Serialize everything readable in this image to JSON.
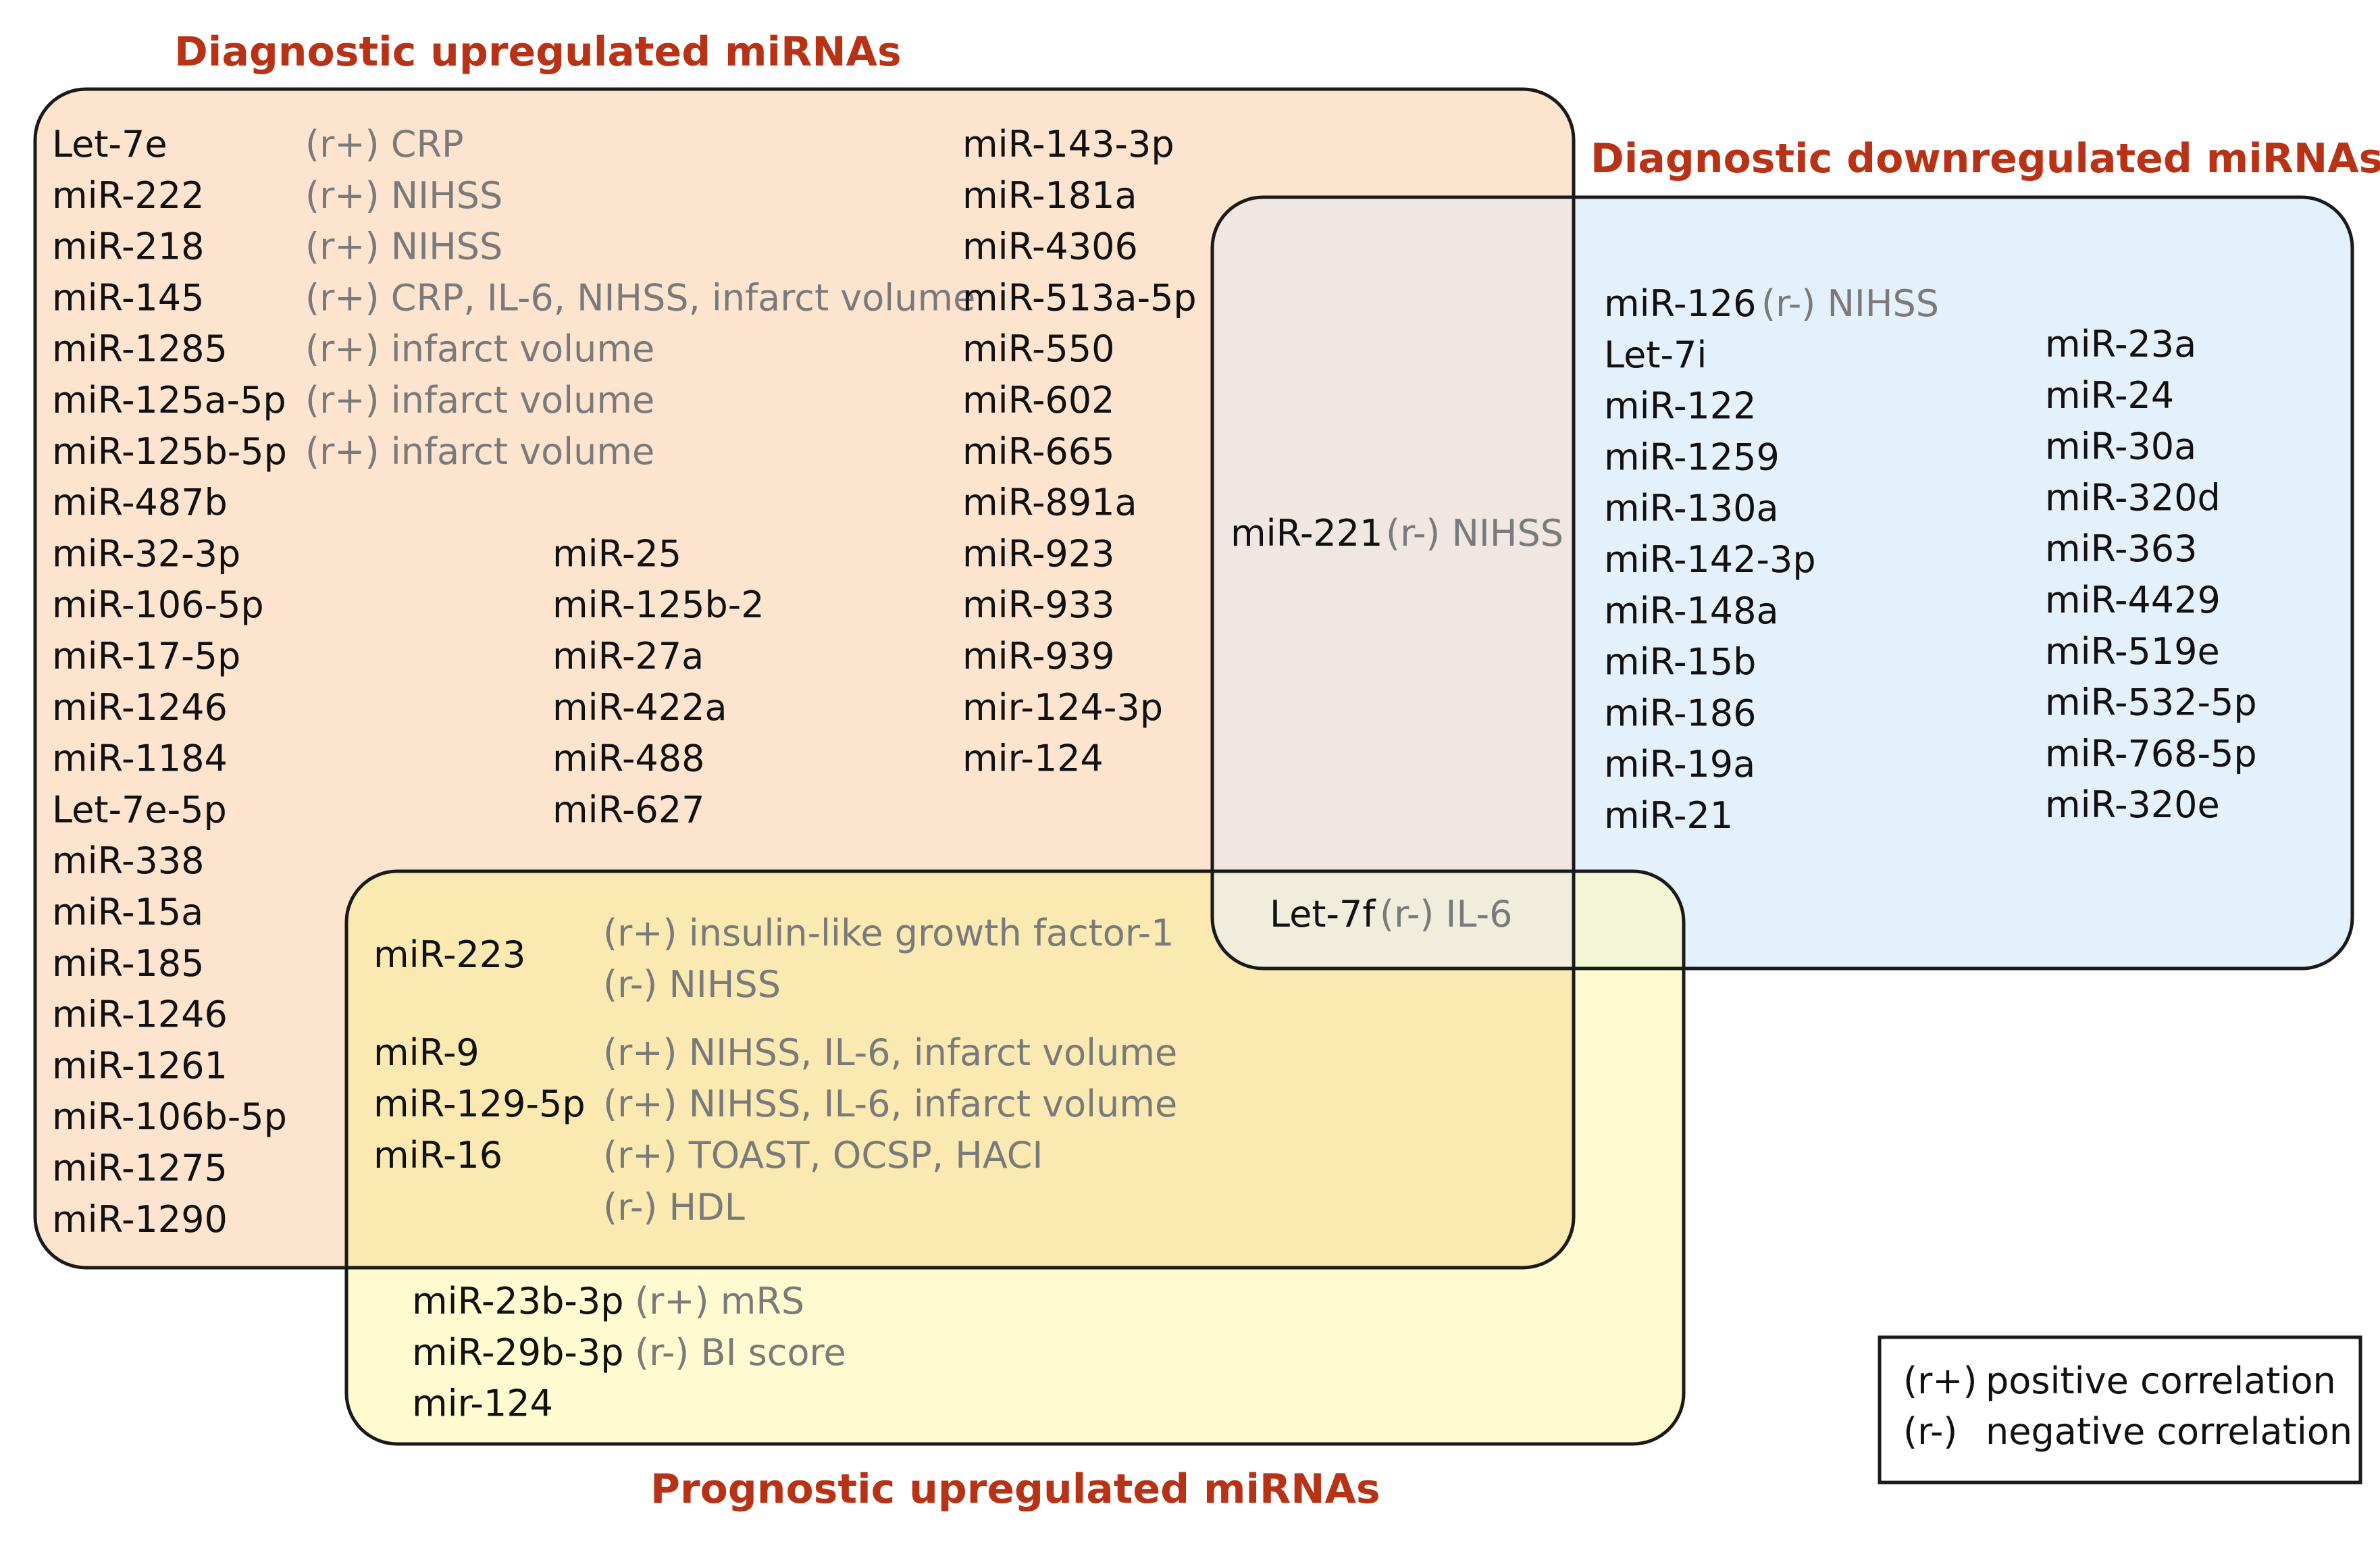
{
  "colors": {
    "title": "#b83216",
    "mirna_text": "#111111",
    "correlation_text": "#7a7a7a",
    "diag_up_fill": "#fde4cf",
    "diag_down_fill": "#e4f1fb",
    "prog_up_fill": "#fefbd0",
    "overlap_up_prog_fill": "#fae9b0",
    "overlap_up_down_fill": "#f0e7e2",
    "overlap_down_prog_fill": "#f3f6d6",
    "border": "#1a1a1a"
  },
  "titles": {
    "diagnostic_up": "Diagnostic upregulated miRNAs",
    "diagnostic_down": "Diagnostic downregulated miRNAs",
    "prognostic_up": "Prognostic upregulated miRNAs"
  },
  "diagnostic_up": {
    "col1": [
      {
        "name": "Let-7e",
        "corr": "(r+) CRP"
      },
      {
        "name": "miR-222",
        "corr": "(r+) NIHSS"
      },
      {
        "name": "miR-218",
        "corr": "(r+) NIHSS"
      },
      {
        "name": "miR-145",
        "corr": "(r+) CRP, IL-6, NIHSS, infarct volume"
      },
      {
        "name": "miR-1285",
        "corr": "(r+) infarct volume"
      },
      {
        "name": "miR-125a-5p",
        "corr": "(r+) infarct volume"
      },
      {
        "name": "miR-125b-5p",
        "corr": "(r+) infarct volume"
      },
      {
        "name": "miR-487b",
        "corr": ""
      },
      {
        "name": "miR-32-3p",
        "corr": ""
      },
      {
        "name": "miR-106-5p",
        "corr": ""
      },
      {
        "name": "miR-17-5p",
        "corr": ""
      },
      {
        "name": "miR-1246",
        "corr": ""
      },
      {
        "name": "miR-1184",
        "corr": ""
      },
      {
        "name": "Let-7e-5p",
        "corr": ""
      },
      {
        "name": "miR-338",
        "corr": ""
      },
      {
        "name": "miR-15a",
        "corr": ""
      },
      {
        "name": "miR-185",
        "corr": ""
      },
      {
        "name": "miR-1246",
        "corr": ""
      },
      {
        "name": "miR-1261",
        "corr": ""
      },
      {
        "name": "miR-106b-5p",
        "corr": ""
      },
      {
        "name": "miR-1275",
        "corr": ""
      },
      {
        "name": "miR-1290",
        "corr": ""
      }
    ],
    "col2": [
      "miR-25",
      "miR-125b-2",
      "miR-27a",
      "miR-422a",
      "miR-488",
      "miR-627"
    ],
    "col3": [
      "miR-143-3p",
      "miR-181a",
      "miR-4306",
      "miR-513a-5p",
      "miR-550",
      "miR-602",
      "miR-665",
      "miR-891a",
      "miR-923",
      "miR-933",
      "miR-939",
      "mir-124-3p",
      "mir-124"
    ]
  },
  "overlap_up_down": {
    "name": "miR-221",
    "corr": "(r-) NIHSS"
  },
  "overlap_down_prog": {
    "name": "Let-7f",
    "corr": "(r-) IL-6"
  },
  "diagnostic_down": {
    "col1": [
      {
        "name": "miR-126",
        "corr": "(r-) NIHSS"
      },
      {
        "name": "Let-7i",
        "corr": ""
      },
      {
        "name": "miR-122",
        "corr": ""
      },
      {
        "name": "miR-1259",
        "corr": ""
      },
      {
        "name": "miR-130a",
        "corr": ""
      },
      {
        "name": "miR-142-3p",
        "corr": ""
      },
      {
        "name": "miR-148a",
        "corr": ""
      },
      {
        "name": "miR-15b",
        "corr": ""
      },
      {
        "name": "miR-186",
        "corr": ""
      },
      {
        "name": "miR-19a",
        "corr": ""
      },
      {
        "name": "miR-21",
        "corr": ""
      }
    ],
    "col2": [
      "miR-23a",
      "miR-24",
      "miR-30a",
      "miR-320d",
      "miR-363",
      "miR-4429",
      "miR-519e",
      "miR-532-5p",
      "miR-768-5p",
      "miR-320e"
    ]
  },
  "overlap_up_prog": {
    "rows": [
      {
        "name": "miR-223",
        "corr": "(r+) insulin-like growth factor-1"
      },
      {
        "name": "",
        "corr": "(r-) NIHSS"
      },
      {
        "name": "miR-9",
        "corr": "(r+) NIHSS, IL-6, infarct volume"
      },
      {
        "name": "miR-129-5p",
        "corr": "(r+) NIHSS, IL-6, infarct volume"
      },
      {
        "name": "miR-16",
        "corr": "(r+) TOAST, OCSP, HACI"
      },
      {
        "name": "",
        "corr": "(r-) HDL"
      }
    ]
  },
  "prognostic_up": {
    "rows": [
      {
        "name": "miR-23b-3p",
        "corr": "(r+) mRS"
      },
      {
        "name": "miR-29b-3p",
        "corr": "(r-) BI score"
      },
      {
        "name": "mir-124",
        "corr": ""
      }
    ]
  },
  "legend": {
    "items": [
      {
        "symbol": "(r+)",
        "label": "positive correlation"
      },
      {
        "symbol": "(r-)",
        "label": "negative correlation"
      }
    ]
  }
}
